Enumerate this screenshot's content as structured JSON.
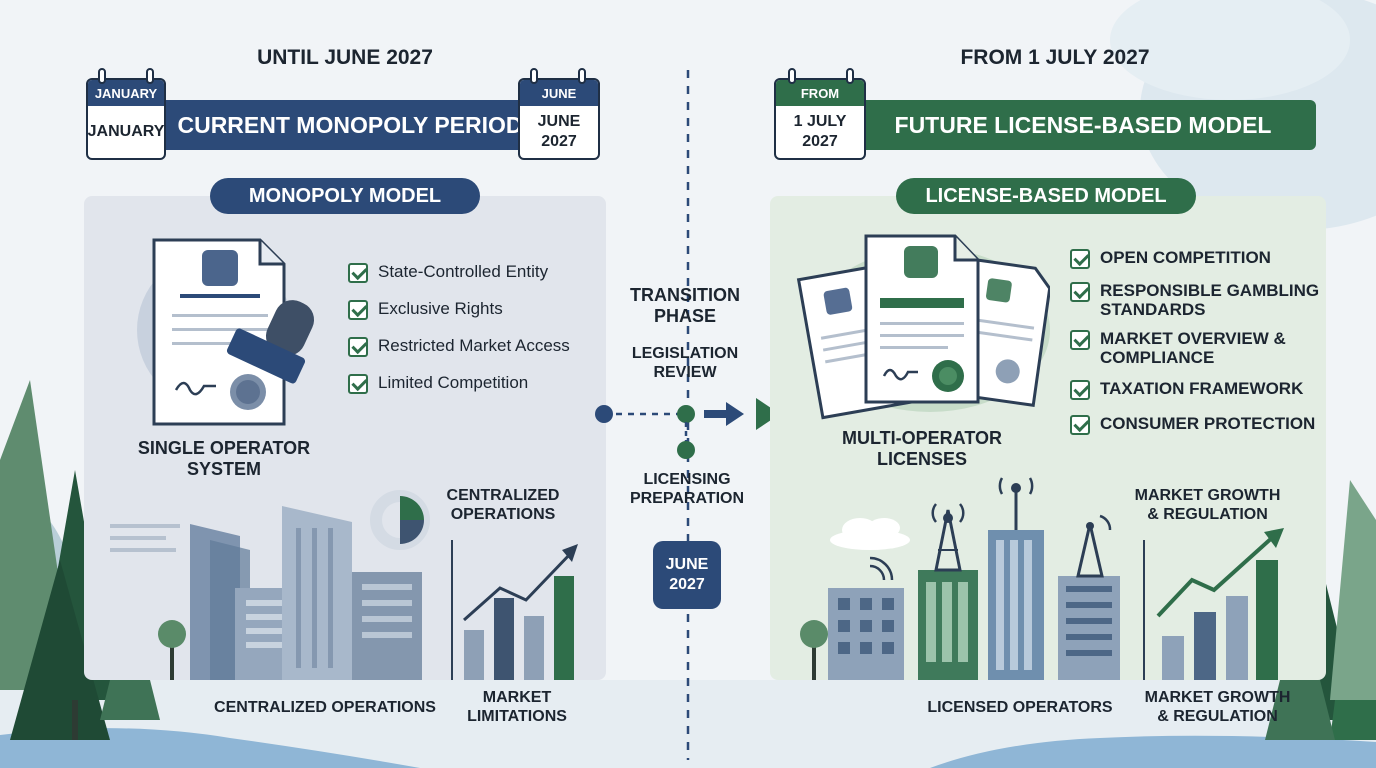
{
  "left": {
    "era_title": "UNTIL JUNE 2027",
    "banner": "CURRENT MONOPOLY PERIOD",
    "cal_start": {
      "header": "JANUARY",
      "body": "JANUARY"
    },
    "cal_end": {
      "header": "JUNE",
      "body_line1": "JUNE",
      "body_line2": "2027"
    },
    "model_pill": "MONOPOLY MODEL",
    "checklist": [
      "State-Controlled Entity",
      "Exclusive Rights",
      "Restricted Market Access",
      "Limited Competition"
    ],
    "system_label_line1": "SINGLE OPERATOR",
    "system_label_line2": "SYSTEM",
    "chart_label_line1": "CENTRALIZED",
    "chart_label_line2": "OPERATIONS",
    "bottom_label_1": "CENTRALIZED OPERATIONS",
    "bottom_label_2_line1": "MARKET",
    "bottom_label_2_line2": "LIMITATIONS"
  },
  "middle": {
    "transition_line1": "TRANSITION",
    "transition_line2": "PHASE",
    "legislation_line1": "LEGISLATION",
    "legislation_line2": "REVIEW",
    "licensing_line1": "LICENSING",
    "licensing_line2": "PREPARATION",
    "june_line1": "JUNE",
    "june_line2": "2027"
  },
  "right": {
    "era_title": "FROM 1 JULY 2027",
    "banner": "FUTURE LICENSE-BASED MODEL",
    "cal": {
      "header": "FROM",
      "body_line1": "1 JULY",
      "body_line2": "2027"
    },
    "model_pill": "LICENSE-BASED MODEL",
    "checklist": [
      {
        "line1": "OPEN COMPETITION",
        "line2": ""
      },
      {
        "line1": "RESPONSIBLE GAMBLING",
        "line2": "STANDARDS"
      },
      {
        "line1": "MARKET OVERVIEW &",
        "line2": "COMPLIANCE"
      },
      {
        "line1": "TAXATION FRAMEWORK",
        "line2": ""
      },
      {
        "line1": "CONSUMER PROTECTION",
        "line2": ""
      }
    ],
    "system_label_line1": "MULTI-OPERATOR",
    "system_label_line2": "LICENSES",
    "chart_label_line1": "MARKET GROWTH",
    "chart_label_line2": "& REGULATION",
    "bottom_label_1": "LICENSED OPERATORS",
    "bottom_label_2_line1": "MARKET GROWTH",
    "bottom_label_2_line2": "& REGULATION"
  },
  "colors": {
    "navy": "#2c4a78",
    "green": "#2f6e4a",
    "panel_blue": "#e1e5ec",
    "panel_green": "#e3ede3"
  }
}
